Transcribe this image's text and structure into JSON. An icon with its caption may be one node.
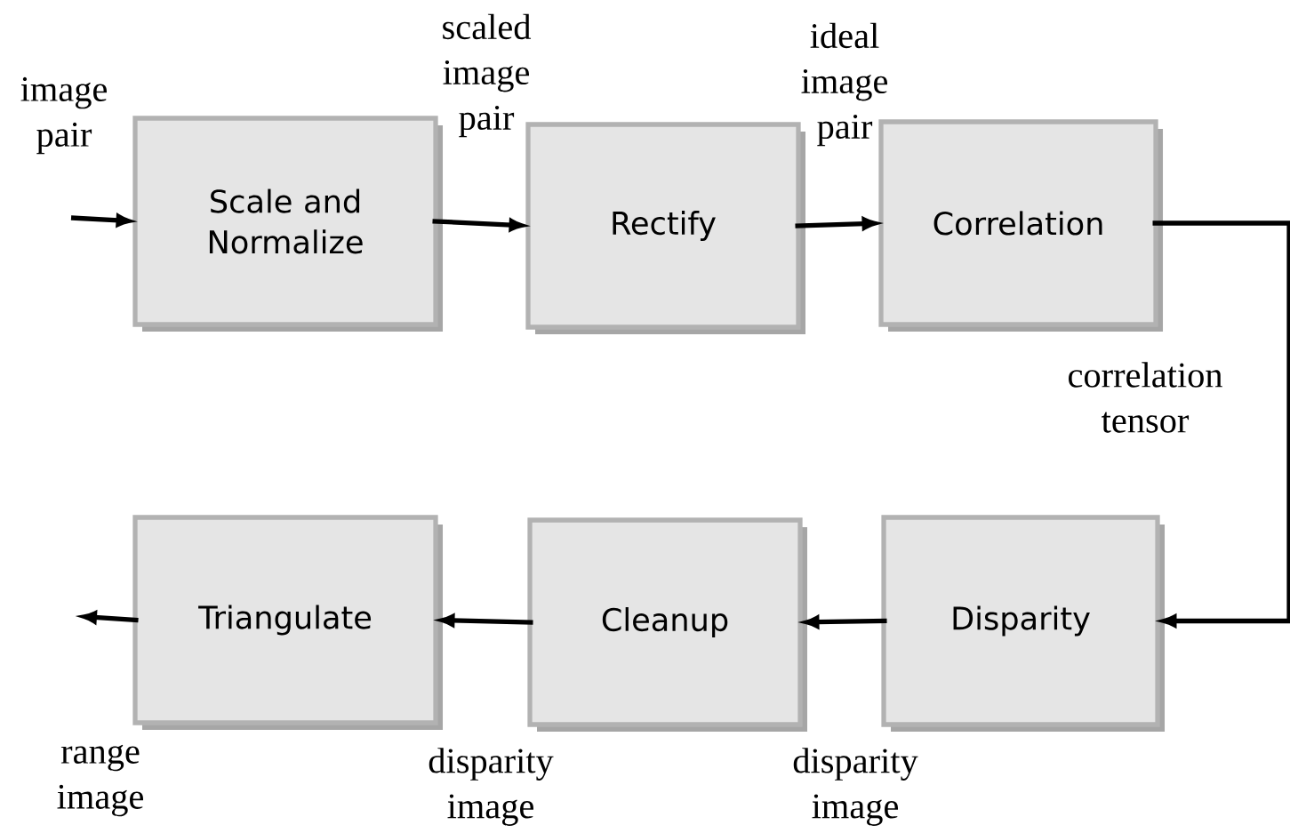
{
  "diagram": {
    "nodes": [
      {
        "text": [
          "Scale and Normalize"
        ]
      },
      {
        "text": [
          "Rectify"
        ]
      },
      {
        "text": [
          "Correlation"
        ]
      },
      {
        "text": [
          "Triangulate"
        ]
      },
      {
        "text": [
          "Cleanup"
        ]
      },
      {
        "text": [
          "Disparity"
        ]
      }
    ],
    "edges": [
      {
        "from": null,
        "to": 0,
        "arrow": "to",
        "label": "image pair"
      },
      {
        "from": 0,
        "to": 1,
        "arrow": "to",
        "label": "scaled image pair"
      },
      {
        "from": 1,
        "to": 2,
        "arrow": "to",
        "label": "ideal image pair"
      },
      {
        "from": 2,
        "to": 5,
        "arrow": "to",
        "label": "correlation tensor"
      },
      {
        "from": 5,
        "to": 4,
        "arrow": "to",
        "label": "disparity image"
      },
      {
        "from": 4,
        "to": 3,
        "arrow": "to",
        "label": "disparity image"
      },
      {
        "from": 3,
        "to": null,
        "arrow": "to",
        "label": "range image"
      }
    ]
  }
}
